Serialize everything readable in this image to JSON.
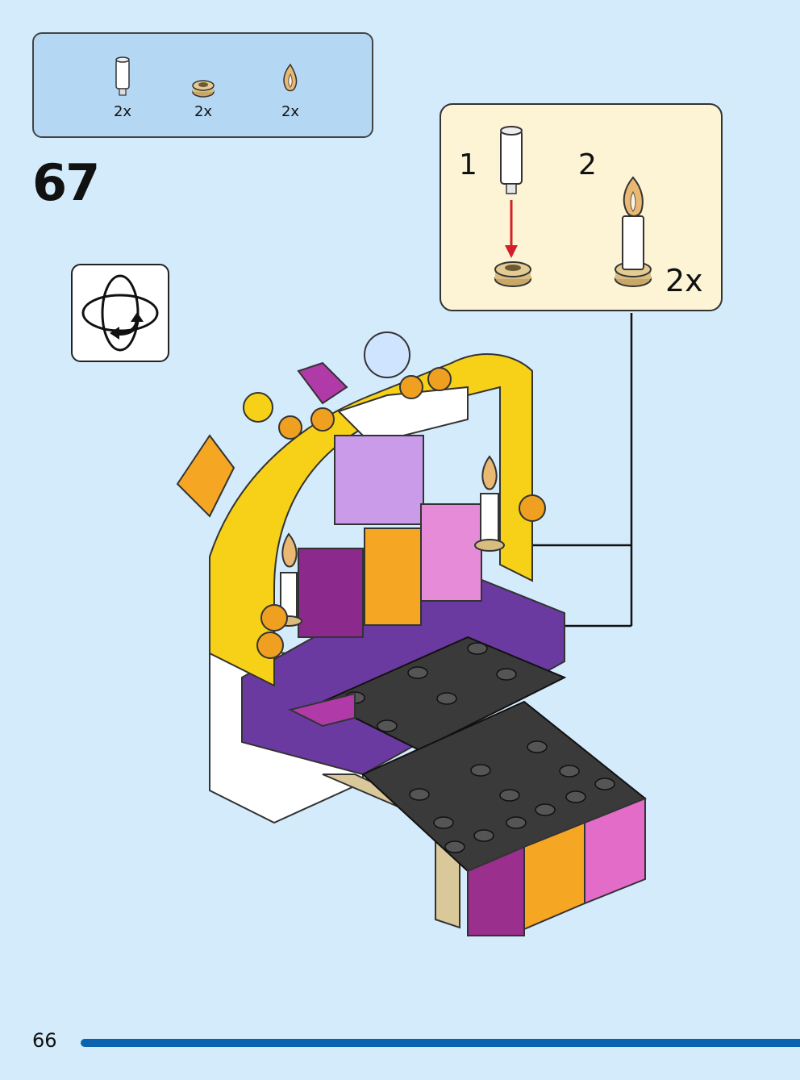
{
  "parts_list": {
    "items": [
      {
        "icon": "white-round-bar-1x1",
        "qty": "2x"
      },
      {
        "icon": "tan-round-plate-1x1",
        "qty": "2x"
      },
      {
        "icon": "flame-piece",
        "qty": "2x"
      }
    ]
  },
  "step": {
    "number": "67"
  },
  "rotate": {
    "icon": "rotate-model-icon"
  },
  "callout": {
    "substep_1": "1",
    "substep_2": "2",
    "qty": "2x"
  },
  "page": {
    "number": "66"
  },
  "colors": {
    "background": "#d4ebfb",
    "parts_box": "#b4d8f4",
    "callout": "#fdf4d5",
    "page_bar": "#0b63b0",
    "arrow_red": "#d0202a"
  }
}
